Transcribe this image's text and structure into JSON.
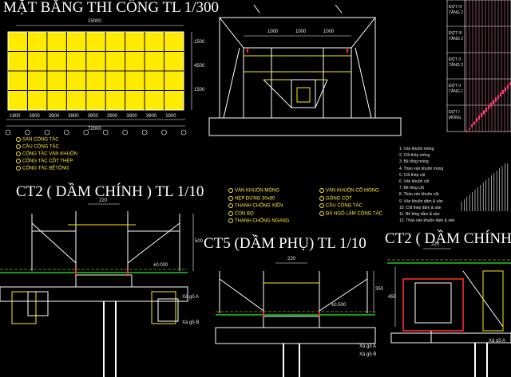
{
  "titles": {
    "main": "MẶT BẰNG THI CÔNG TL 1/300",
    "ct2_main_beam": "CT2 ( DẦM CHÍNH ) TL 1/10",
    "ct5_secondary_beam": "CT5 (DẦM PHỤ) TL 1/10",
    "ct2_right": "CT2 ( DẦM CHÍNH"
  },
  "plan": {
    "bottom_dims": [
      "1900",
      "3900",
      "3900",
      "3900",
      "3900",
      "3900",
      "3900",
      "3900",
      "1900"
    ],
    "total_dim": "72000",
    "top_dim": "15000",
    "side_dims": [
      "1500",
      "4500",
      "1500"
    ],
    "colors": {
      "slab": "#ffeb00",
      "grid": "#000000"
    }
  },
  "plan_legend": [
    "SÀN CÔNG TÁC",
    "CẦU CÔNG TÁC",
    "CÔNG TÁC VÁN KHUÔN",
    "CÔNG TÁC CỐT THÉP",
    "CÔNG TÁC BÊTÔNG"
  ],
  "section_dims": [
    "1000",
    "1000",
    "1000"
  ],
  "notes_list": [
    "1. Ván khuôn móng",
    "2. Cốt thép móng",
    "3. Bê tông móng",
    "4. Tháo ván khuôn móng",
    "5. Cốt thép cột",
    "6. Ván khuôn cột",
    "7. Bê tông cột",
    "8. Tháo ván khuôn cột",
    "9. Ván khuôn dầm & sàn",
    "10. Cốt thép dầm & sàn",
    "11. Bê tông dầm & sàn",
    "12. Tháo ván khuôn dầm & sàn"
  ],
  "schedule_labels": [
    "ĐỢT IV TẦNG 2",
    "ĐỢT III TẦNG 2",
    "ĐỢT II TẦNG 2",
    "ĐỢT II TẦNG 1",
    "ĐỢT I MÓNG"
  ],
  "middle_legend_left": [
    "VÁN KHUÔN MÓNG",
    "NẸP ĐỨNG 30x60",
    "THANH CHỐNG XIÊN",
    "CON BỌ",
    "THANH CHỐNG NGANG"
  ],
  "middle_legend_right": [
    "VÁN KHUÔN CỔ MÓNG",
    "GÔNG CỘT",
    "CẦU CÔNG TÁC",
    "ĐÀ NGỐ LÀM CÔNG TÁC"
  ],
  "ct2": {
    "dim_top": "220",
    "dim_side": "500",
    "level": "±0.000",
    "tag": "Xà gồ A",
    "tag2": "Xà gồ B"
  },
  "ct5": {
    "dim_top": "220",
    "dim_side": "350",
    "level": "±0.500",
    "tag": "Xà gồ A",
    "tag2": "Xà gồ B"
  },
  "ct2r": {
    "dim_top": "220",
    "dim_side": "450",
    "tag": "Xà gồ A"
  }
}
